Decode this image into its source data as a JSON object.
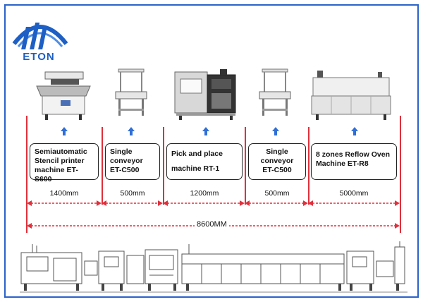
{
  "brand": {
    "name": "ETON",
    "color": "#1d5fc4"
  },
  "colors": {
    "frame": "#2b63c9",
    "arrow": "#2f6fd6",
    "dimension": "#e0303c"
  },
  "machines": [
    {
      "icon": "stencil-printer-icon",
      "lines": [
        "Semiautomatic",
        "Stencil printer",
        "machine ET-S600"
      ],
      "width": "1400mm"
    },
    {
      "icon": "conveyor-icon",
      "lines": [
        "Single",
        "conveyor",
        "ET-C500"
      ],
      "width": "500mm"
    },
    {
      "icon": "pick-and-place-icon",
      "lines": [
        "Pick and place",
        "",
        "machine RT-1"
      ],
      "width": "1200mm"
    },
    {
      "icon": "conveyor-icon",
      "lines": [
        "Single",
        "conveyor",
        "ET-C500"
      ],
      "width": "500mm"
    },
    {
      "icon": "reflow-oven-icon",
      "lines": [
        "8 zones Reflow Oven",
        "Machine ET-R8"
      ],
      "width": "5000mm"
    }
  ],
  "total": "8600MM"
}
